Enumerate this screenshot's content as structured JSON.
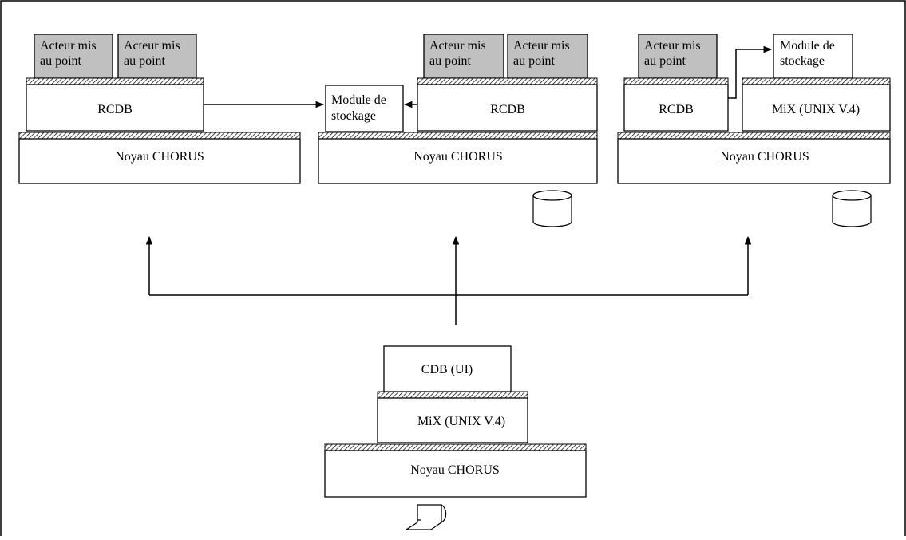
{
  "diagram": {
    "site1": {
      "actor1": [
        "Acteur mis",
        "au point"
      ],
      "actor2": [
        "Acteur mis",
        "au point"
      ],
      "rcdb": "RCDB",
      "kernel": "Noyau CHORUS"
    },
    "site2": {
      "storage": [
        "Module de",
        "stockage"
      ],
      "actor1": [
        "Acteur mis",
        "au point"
      ],
      "actor2": [
        "Acteur mis",
        "au point"
      ],
      "rcdb": "RCDB",
      "kernel": "Noyau CHORUS"
    },
    "site3": {
      "actor": [
        "Acteur mis",
        "au point"
      ],
      "storage": [
        "Module de",
        "stockage"
      ],
      "rcdb": "RCDB",
      "mix": "MiX (UNIX V.4)",
      "kernel": "Noyau CHORUS"
    },
    "central": {
      "cdb": "CDB (UI)",
      "mix": "MiX (UNIX V.4)",
      "kernel": "Noyau CHORUS"
    }
  }
}
